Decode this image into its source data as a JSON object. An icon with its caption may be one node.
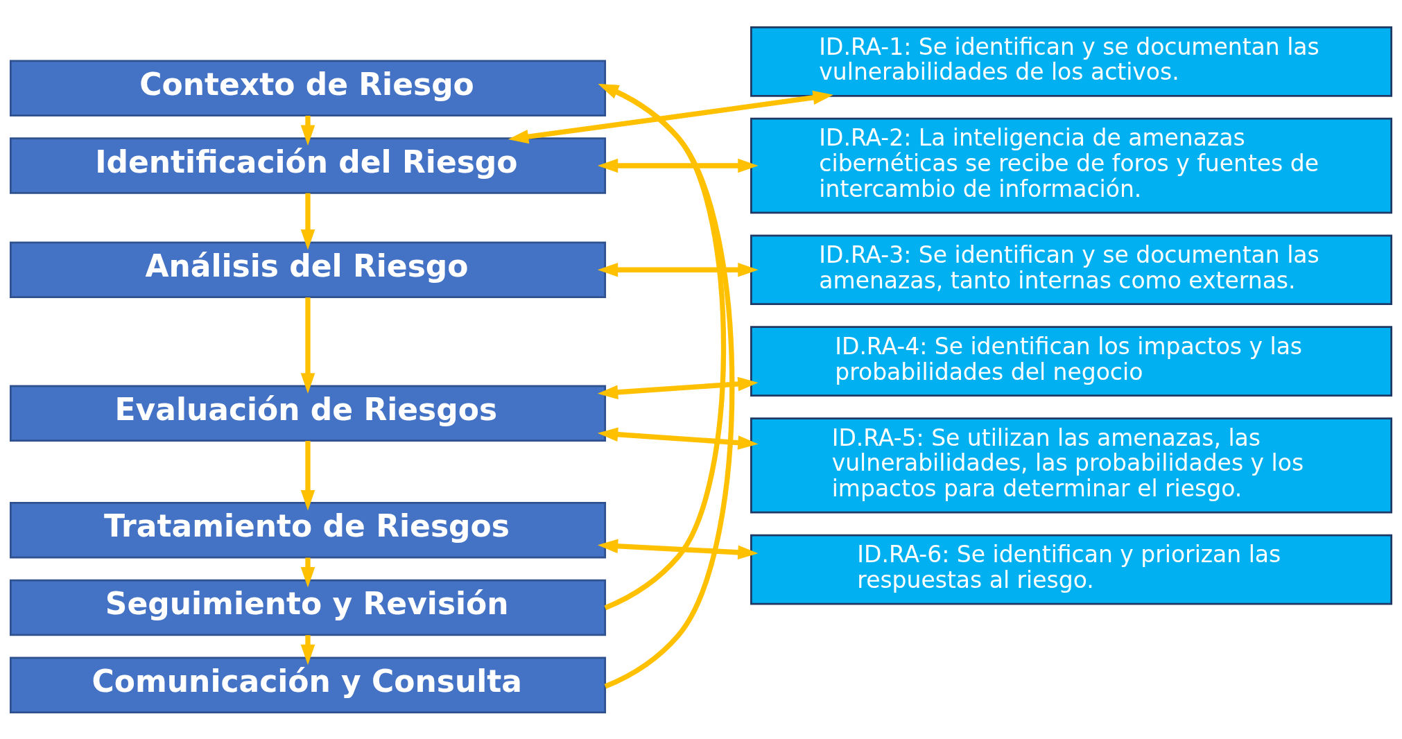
{
  "diagram": {
    "nodes": [
      {
        "text": [
          "Contexto de Riesgo"
        ]
      },
      {
        "text": [
          "Identificación del Riesgo"
        ]
      },
      {
        "text": [
          "Análisis del Riesgo"
        ]
      },
      {
        "text": [
          "Evaluación de Riesgos"
        ]
      },
      {
        "text": [
          "Tratamiento de Riesgos"
        ]
      },
      {
        "text": [
          "Seguimiento y Revisión"
        ]
      },
      {
        "text": [
          "Comunicación y Consulta"
        ]
      },
      {
        "text": [
          "ID.RA-1: Se identifican y se documentan las vulnerabilidades de los activos."
        ]
      },
      {
        "text": [
          "ID.RA-2: La inteligencia de amenazas cibernéticas se recibe de foros y fuentes de intercambio de información."
        ]
      },
      {
        "text": [
          "ID.RA-3: Se identifican y se documentan las amenazas, tanto internas como externas."
        ]
      },
      {
        "text": [
          "ID.RA-4: Se identifican los impactos y las probabilidades del negocio"
        ]
      },
      {
        "text": [
          "ID.RA-5: Se utilizan las amenazas, las vulnerabilidades, las probabilidades y los impactos para determinar el riesgo."
        ]
      },
      {
        "text": [
          "ID.RA-6: Se identifican y priorizan las respuestas al riesgo."
        ]
      }
    ],
    "edges": [
      {
        "from": 0,
        "to": 1,
        "arrow": "to"
      },
      {
        "from": 1,
        "to": 2,
        "arrow": "to"
      },
      {
        "from": 2,
        "to": 3,
        "arrow": "to"
      },
      {
        "from": 3,
        "to": 4,
        "arrow": "to"
      },
      {
        "from": 4,
        "to": 5,
        "arrow": "to"
      },
      {
        "from": 5,
        "to": 6,
        "arrow": "to"
      },
      {
        "from": 5,
        "to": 0,
        "arrow": "to"
      },
      {
        "from": 6,
        "to": 0,
        "arrow": "to"
      },
      {
        "from": 7,
        "to": 1,
        "arrow": "both"
      },
      {
        "from": 8,
        "to": 1,
        "arrow": "both"
      },
      {
        "from": 9,
        "to": 2,
        "arrow": "both"
      },
      {
        "from": 10,
        "to": 3,
        "arrow": "both"
      },
      {
        "from": 11,
        "to": 3,
        "arrow": "both"
      },
      {
        "from": 12,
        "to": 4,
        "arrow": "both"
      }
    ]
  }
}
